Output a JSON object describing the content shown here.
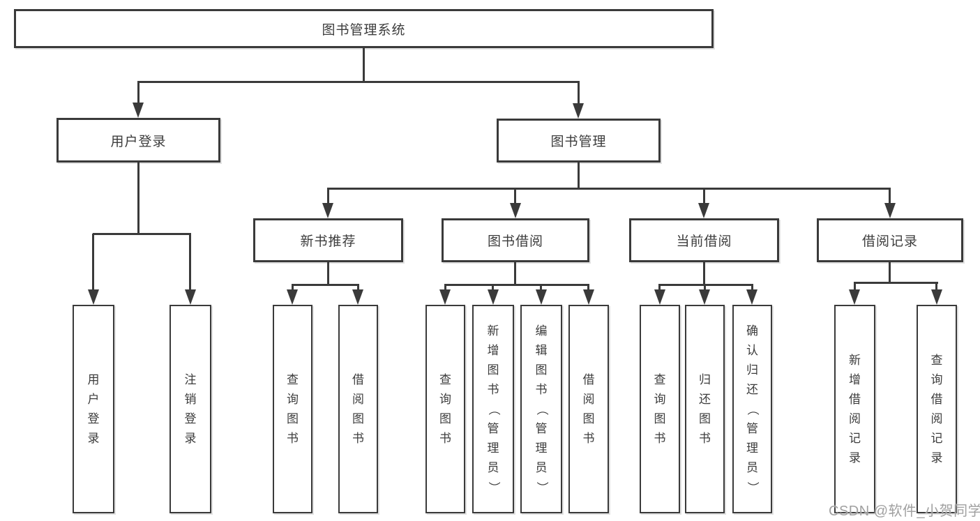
{
  "tree": {
    "root": "图书管理系统",
    "branches": [
      {
        "label": "用户登录",
        "children": [
          {
            "label": "用户登录"
          },
          {
            "label": "注销登录"
          }
        ]
      },
      {
        "label": "图书管理",
        "children": [
          {
            "label": "新书推荐",
            "children": [
              {
                "label": "查询图书"
              },
              {
                "label": "借阅图书"
              }
            ]
          },
          {
            "label": "图书借阅",
            "children": [
              {
                "label": "查询图书"
              },
              {
                "label": "新增图书（管理员）"
              },
              {
                "label": "编辑图书（管理员）"
              },
              {
                "label": "借阅图书"
              }
            ]
          },
          {
            "label": "当前借阅",
            "children": [
              {
                "label": "查询图书"
              },
              {
                "label": "归还图书"
              },
              {
                "label": "确认归还（管理员）"
              }
            ]
          },
          {
            "label": "借阅记录",
            "children": [
              {
                "label": "新增借阅记录"
              },
              {
                "label": "查询借阅记录"
              }
            ]
          }
        ]
      }
    ]
  },
  "watermark": "CSDN @软件_小贺同学",
  "colors": {
    "line": "#3a3a3a",
    "text": "#3c3c3c",
    "watermark_text": "#a0a0a0",
    "background": "#ffffff"
  }
}
